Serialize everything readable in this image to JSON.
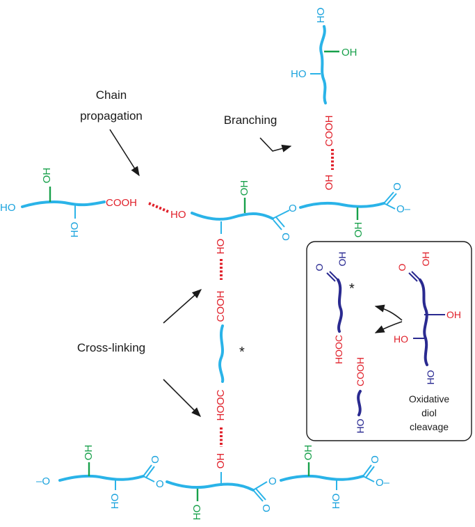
{
  "labels": {
    "chain_propagation_line1": "Chain",
    "chain_propagation_line2": "propagation",
    "branching": "Branching",
    "cross_linking": "Cross-linking",
    "asterisk": "*",
    "inset_line1": "Oxidative",
    "inset_line2": "diol",
    "inset_line3": "cleavage"
  },
  "groups": {
    "ho": "HO",
    "oh": "OH",
    "o": "O",
    "cooh": "COOH",
    "hooc": "HOOC",
    "o_dash": "O–",
    "dash_o": "–O"
  },
  "colors": {
    "backbone": "#2ab3e8",
    "carboxyl": "#e0202a",
    "secondary_hydroxyl": "#17a04a",
    "inset_backbone": "#2a2a90"
  }
}
